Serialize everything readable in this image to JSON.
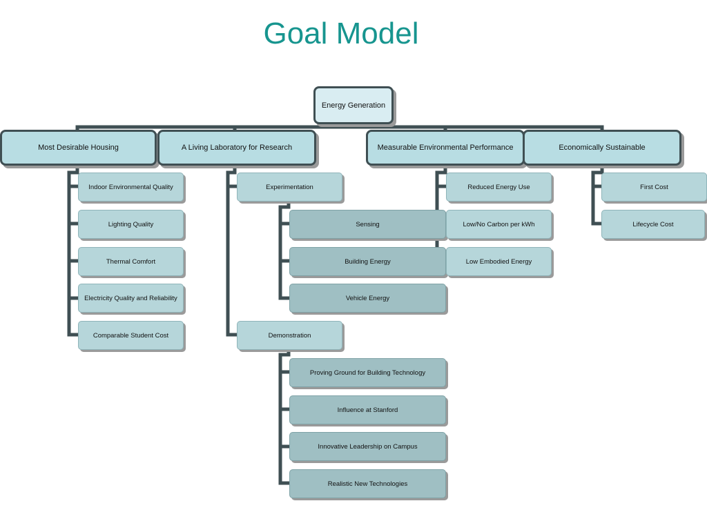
{
  "title": "Goal Model",
  "root": "Energy Generation",
  "branches": {
    "housing": {
      "label": "Most Desirable Housing",
      "items": [
        "Indoor Environmental Quality",
        "Lighting Quality",
        "Thermal Comfort",
        "Electricity Quality and Reliability",
        "Comparable Student Cost"
      ]
    },
    "lab": {
      "label": "A Living Laboratory for Research",
      "experimentation": {
        "label": "Experimentation",
        "items": [
          "Sensing",
          "Building Energy",
          "Vehicle Energy"
        ]
      },
      "demonstration": {
        "label": "Demonstration",
        "items": [
          "Proving Ground for Building Technology",
          "Influence at Stanford",
          "Innovative Leadership on Campus",
          "Realistic New Technologies"
        ]
      }
    },
    "environment": {
      "label": "Measurable Environmental Performance",
      "items": [
        "Reduced Energy Use",
        "Low/No Carbon per kWh",
        "Low Embodied Energy"
      ]
    },
    "economic": {
      "label": "Economically Sustainable",
      "items": [
        "First Cost",
        "Lifecycle Cost"
      ]
    }
  },
  "colors": {
    "title": "#17958f",
    "connector": "#3f4f53"
  }
}
